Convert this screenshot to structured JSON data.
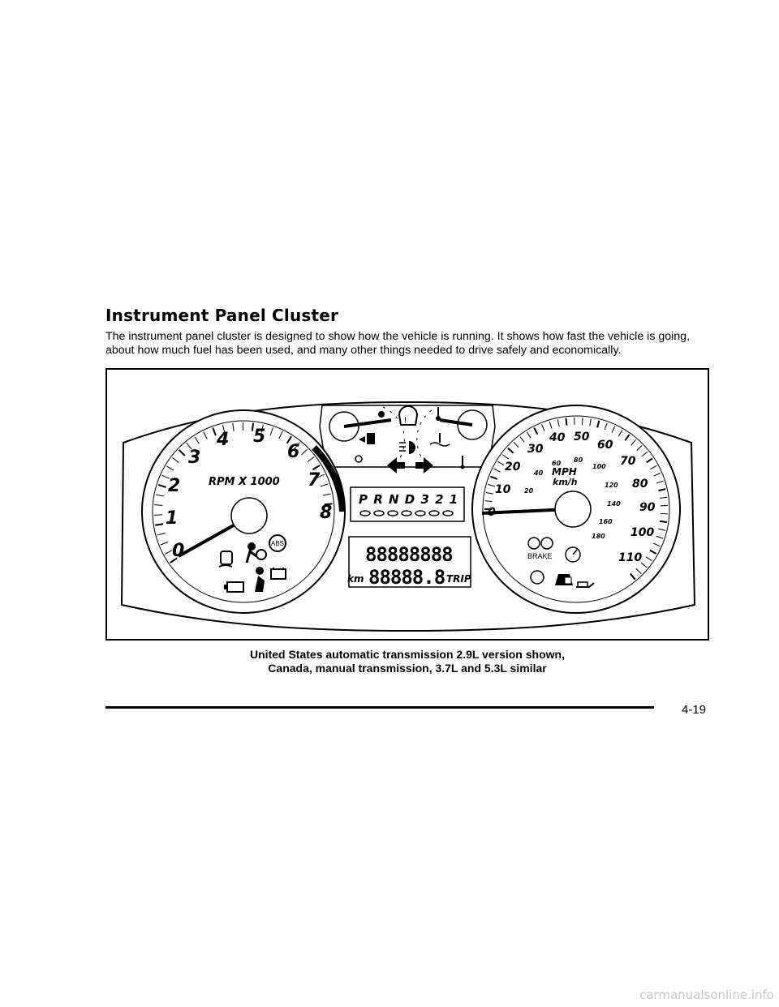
{
  "section": {
    "title": "Instrument Panel Cluster",
    "intro": "The instrument panel cluster is designed to show how the vehicle is running. It shows how fast the vehicle is going, about how much fuel has been used, and many other things needed to drive safely and economically."
  },
  "figure": {
    "tachometer": {
      "label": "RPM X 1000",
      "ticks": [
        "0",
        "1",
        "2",
        "3",
        "4",
        "5",
        "6",
        "7",
        "8"
      ]
    },
    "speedometer": {
      "unit_primary": "MPH",
      "unit_secondary": "km/h",
      "mph_ticks": [
        "0",
        "10",
        "20",
        "30",
        "40",
        "50",
        "60",
        "70",
        "80",
        "90",
        "100",
        "110"
      ],
      "kmh_ticks": [
        "20",
        "40",
        "60",
        "80",
        "100",
        "120",
        "140",
        "160",
        "180"
      ]
    },
    "gear_indicator": "P R N D 3 2 1",
    "odometer_top": "88888888",
    "odometer_bottom": "88888.8",
    "odometer_unit": "km",
    "trip_label": "TRIP",
    "abs_label": "ABS",
    "brake_label": "BRAKE",
    "icons": [
      "fuel-icon",
      "tire-pressure-icon",
      "temperature-icon",
      "headlamp-icon",
      "turn-left-icon",
      "turn-right-icon",
      "traction-icon",
      "airbag-icon",
      "abs-icon",
      "check-engine-icon",
      "seatbelt-icon",
      "battery-icon",
      "brake-icon",
      "cruise-icon",
      "security-icon",
      "oil-icon"
    ]
  },
  "caption": {
    "line1": "United States automatic transmission 2.9L version shown,",
    "line2": "Canada, manual transmission, 3.7L and 5.3L similar"
  },
  "footer": {
    "page_number": "4-19"
  },
  "watermark": "carmanualsonline.info"
}
